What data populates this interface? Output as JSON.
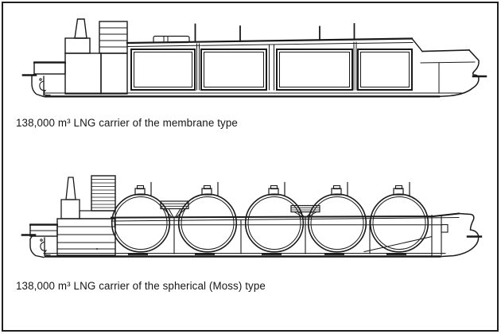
{
  "figure": {
    "background": "#ffffff",
    "border_color": "#1f1f1f",
    "line_color": "#1a1a1a",
    "drawings": [
      {
        "id": "membrane-carrier",
        "caption": "138,000 m³ LNG carrier of the membrane type",
        "capacity": "138,000 m³",
        "containment_type": "membrane",
        "cargo_tanks_visible": 4
      },
      {
        "id": "moss-carrier",
        "caption": "138,000 m³ LNG carrier of the spherical (Moss) type",
        "capacity": "138,000 m³",
        "containment_type": "spherical (Moss)",
        "cargo_tanks_visible": 5
      }
    ]
  }
}
